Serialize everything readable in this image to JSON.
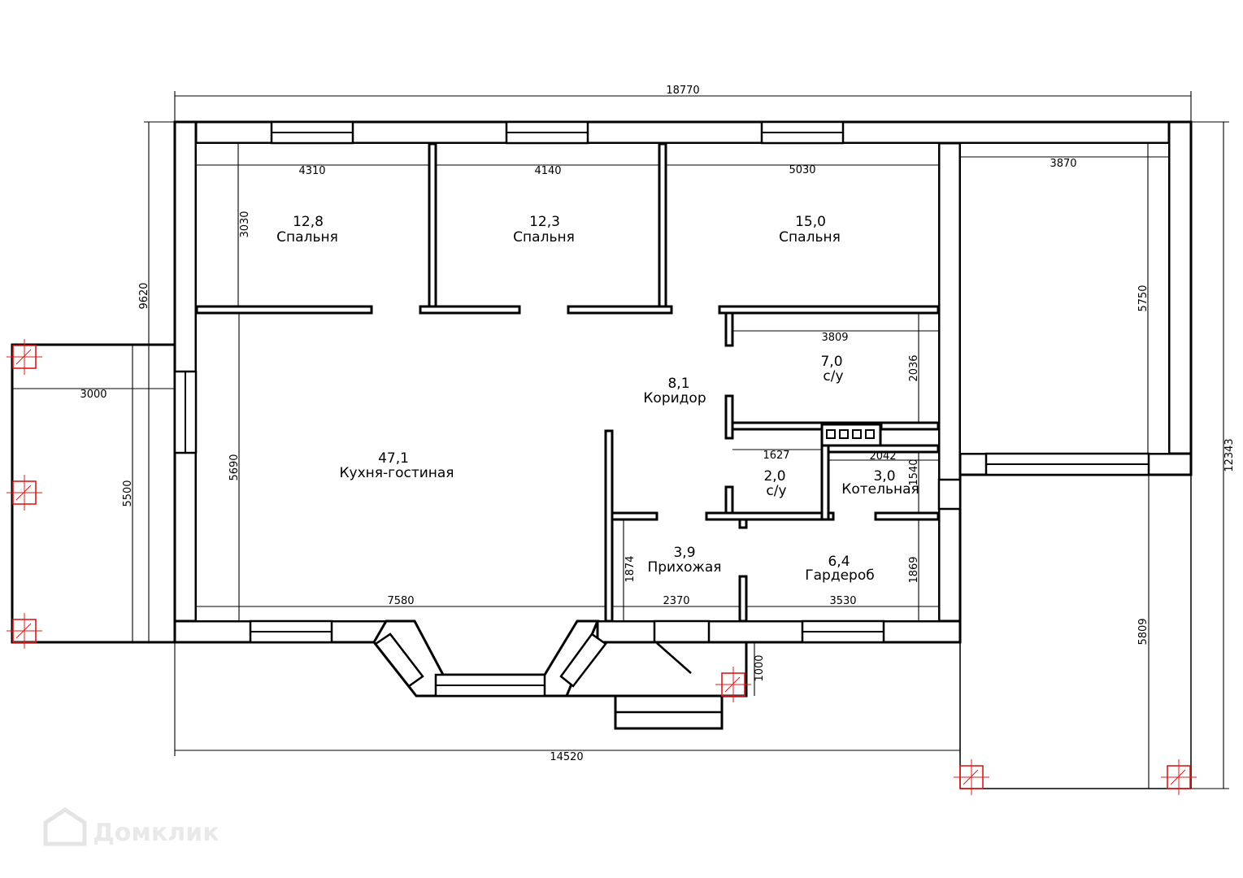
{
  "rooms": [
    {
      "area": "12,8",
      "name": "Спальня"
    },
    {
      "area": "12,3",
      "name": "Спальня"
    },
    {
      "area": "15,0",
      "name": "Спальня"
    },
    {
      "area": "7,0",
      "name": "с/у"
    },
    {
      "area": "8,1",
      "name": "Коридор"
    },
    {
      "area": "47,1",
      "name": "Кухня-гостиная"
    },
    {
      "area": "2,0",
      "name": "с/у"
    },
    {
      "area": "3,0",
      "name": "Котельная"
    },
    {
      "area": "3,9",
      "name": "Прихожая"
    },
    {
      "area": "6,4",
      "name": "Гардероб"
    }
  ],
  "dimensions": {
    "total_width": "18770",
    "total_height_left": "9620",
    "total_height_right": "12343",
    "bottom_width": "14520",
    "bed1_width": "4310",
    "bed2_width": "4140",
    "bed3_width": "5030",
    "garage_width": "3870",
    "bed1_height": "3030",
    "garage_height": "5750",
    "terrace_width": "3000",
    "terrace_height": "5500",
    "living_height": "5690",
    "bath1_width": "3809",
    "bath1_height": "2036",
    "bath2_width": "1627",
    "boiler_width": "2042",
    "boiler_height": "1540",
    "living_width": "7580",
    "hall_width": "2370",
    "ward_width": "3530",
    "hall_height": "1874",
    "ward_height": "1869",
    "porch_depth": "1000",
    "carport_height": "5809"
  },
  "watermark": "Домклик"
}
